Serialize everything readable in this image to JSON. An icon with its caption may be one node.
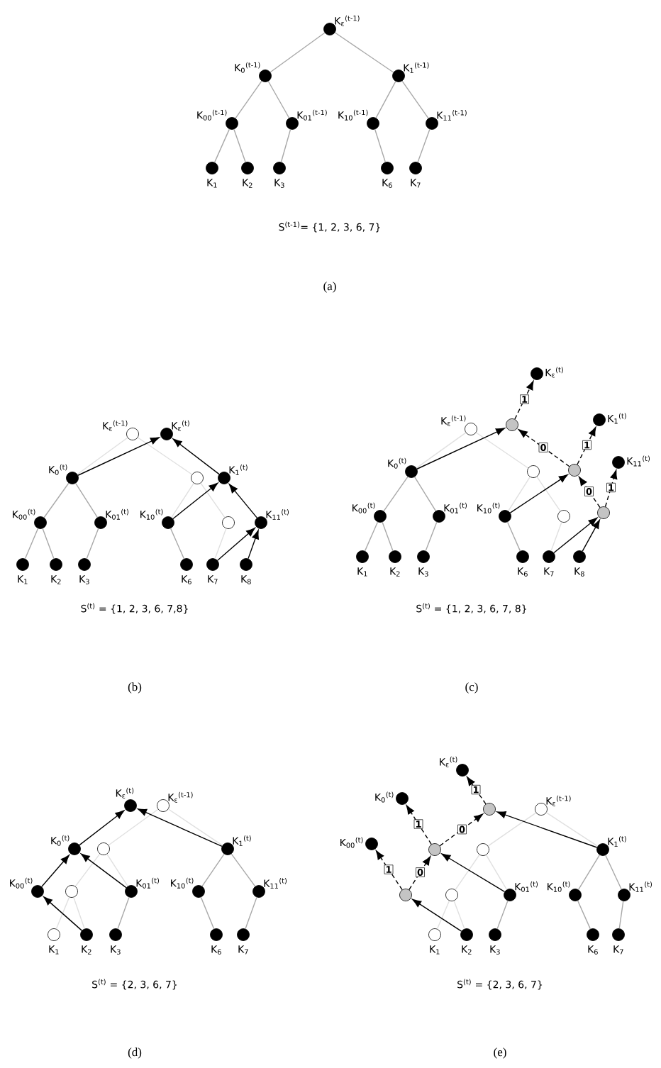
{
  "diagram": {
    "nodes": [
      {
        "text": [],
        "shape": "circle",
        "beside": [
          "K$_{ε}$$^{(t-1)}$"
        ]
      },
      {
        "text": [],
        "shape": "circle",
        "beside": [
          "K$_{0}$$^{(t-1)}$"
        ]
      },
      {
        "text": [],
        "shape": "circle",
        "beside": [
          "K$_{1}$$^{(t-1)}$"
        ]
      },
      {
        "text": [],
        "shape": "circle",
        "beside": [
          "K$_{00}$$^{(t-1)}$"
        ]
      },
      {
        "text": [],
        "shape": "circle",
        "beside": [
          "K$_{01}$$^{(t-1)}$"
        ]
      },
      {
        "text": [],
        "shape": "circle",
        "beside": [
          "K$_{10}$$^{(t-1)}$"
        ]
      },
      {
        "text": [],
        "shape": "circle",
        "beside": [
          "K$_{11}$$^{(t-1)}$"
        ]
      },
      {
        "text": [],
        "shape": "circle",
        "beside": [
          "K$_{1}$"
        ]
      },
      {
        "text": [],
        "shape": "circle",
        "beside": [
          "K$_{2}$"
        ]
      },
      {
        "text": [],
        "shape": "circle",
        "beside": [
          "K$_{3}$"
        ]
      },
      {
        "text": [],
        "shape": "circle",
        "beside": [
          "K$_{6}$"
        ]
      },
      {
        "text": [],
        "shape": "circle",
        "beside": [
          "K$_{7}$"
        ]
      },
      {
        "text": [],
        "shape": "circle",
        "beside": [
          "K$_{ε}$$^{(t-1)}$"
        ]
      },
      {
        "text": [],
        "shape": "circle",
        "beside": [
          "K$_{ε}$$^{(t)}$"
        ]
      },
      {
        "text": [],
        "shape": "circle",
        "beside": [
          "K$_{0}$$^{(t)}$"
        ]
      },
      {
        "text": [],
        "shape": "circle"
      },
      {
        "text": [],
        "shape": "circle",
        "beside": [
          "K$_{1}$$^{(t)}$"
        ]
      },
      {
        "text": [],
        "shape": "circle",
        "beside": [
          "K$_{00}$$^{(t)}$"
        ]
      },
      {
        "text": [],
        "shape": "circle",
        "beside": [
          "K$_{01}$$^{(t)}$"
        ]
      },
      {
        "text": [],
        "shape": "circle",
        "beside": [
          "K$_{10}$$^{(t)}$"
        ]
      },
      {
        "text": [],
        "shape": "circle"
      },
      {
        "text": [],
        "shape": "circle",
        "beside": [
          "K$_{11}$$^{(t)}$"
        ]
      },
      {
        "text": [],
        "shape": "circle",
        "beside": [
          "K$_{1}$"
        ]
      },
      {
        "text": [],
        "shape": "circle",
        "beside": [
          "K$_{2}$"
        ]
      },
      {
        "text": [],
        "shape": "circle",
        "beside": [
          "K$_{3}$"
        ]
      },
      {
        "text": [],
        "shape": "circle",
        "beside": [
          "K$_{6}$"
        ]
      },
      {
        "text": [],
        "shape": "circle",
        "beside": [
          "K$_{7}$"
        ]
      },
      {
        "text": [],
        "shape": "circle",
        "beside": [
          "K$_{8}$"
        ]
      },
      {
        "text": [],
        "shape": "circle",
        "beside": [
          "K$_{ε}$$^{(t)}$"
        ]
      },
      {
        "text": [],
        "shape": "circle",
        "beside": [
          "K$_{ε}$$^{(t-1)}$"
        ]
      },
      {
        "text": [],
        "shape": "circle"
      },
      {
        "text": [],
        "shape": "circle",
        "beside": [
          "K$_{1}$$^{(t)}$"
        ]
      },
      {
        "text": [],
        "shape": "circle",
        "beside": [
          "K$_{0}$$^{(t)}$"
        ]
      },
      {
        "text": [],
        "shape": "circle"
      },
      {
        "text": [],
        "shape": "circle"
      },
      {
        "text": [],
        "shape": "circle",
        "beside": [
          "K$_{11}$$^{(t)}$"
        ]
      },
      {
        "text": [],
        "shape": "circle",
        "beside": [
          "K$_{00}$$^{(t)}$"
        ]
      },
      {
        "text": [],
        "shape": "circle",
        "beside": [
          "K$_{01}$$^{(t)}$"
        ]
      },
      {
        "text": [],
        "shape": "circle",
        "beside": [
          "K$_{10}$$^{(t)}$"
        ]
      },
      {
        "text": [],
        "shape": "circle"
      },
      {
        "text": [],
        "shape": "circle"
      },
      {
        "text": [],
        "shape": "circle",
        "beside": [
          "K$_{1}$"
        ]
      },
      {
        "text": [],
        "shape": "circle",
        "beside": [
          "K$_{2}$"
        ]
      },
      {
        "text": [],
        "shape": "circle",
        "beside": [
          "K$_{3}$"
        ]
      },
      {
        "text": [],
        "shape": "circle",
        "beside": [
          "K$_{6}$"
        ]
      },
      {
        "text": [],
        "shape": "circle",
        "beside": [
          "K$_{7}$"
        ]
      },
      {
        "text": [],
        "shape": "circle",
        "beside": [
          "K$_{8}$"
        ]
      },
      {
        "text": [],
        "shape": "circle",
        "beside": [
          "K$_{ε}$$^{(t)}$"
        ]
      },
      {
        "text": [],
        "shape": "circle",
        "beside": [
          "K$_{ε}$$^{(t-1)}$"
        ]
      },
      {
        "text": [],
        "shape": "circle",
        "beside": [
          "K$_{0}$$^{(t)}$"
        ]
      },
      {
        "text": [],
        "shape": "circle"
      },
      {
        "text": [],
        "shape": "circle",
        "beside": [
          "K$_{1}$$^{(t)}$"
        ]
      },
      {
        "text": [],
        "shape": "circle",
        "beside": [
          "K$_{00}$$^{(t)}$"
        ]
      },
      {
        "text": [],
        "shape": "circle"
      },
      {
        "text": [],
        "shape": "circle",
        "beside": [
          "K$_{01}$$^{(t)}$"
        ]
      },
      {
        "text": [],
        "shape": "circle",
        "beside": [
          "K$_{10}$$^{(t)}$"
        ]
      },
      {
        "text": [],
        "shape": "circle",
        "beside": [
          "K$_{11}$$^{(t)}$"
        ]
      },
      {
        "text": [],
        "shape": "circle",
        "beside": [
          "K$_{1}$"
        ]
      },
      {
        "text": [],
        "shape": "circle",
        "beside": [
          "K$_{2}$"
        ]
      },
      {
        "text": [],
        "shape": "circle",
        "beside": [
          "K$_{3}$"
        ]
      },
      {
        "text": [],
        "shape": "circle",
        "beside": [
          "K$_{6}$"
        ]
      },
      {
        "text": [],
        "shape": "circle",
        "beside": [
          "K$_{7}$"
        ]
      },
      {
        "text": [],
        "shape": "circle",
        "beside": [
          "K$_{ε}$$^{(t)}$"
        ]
      },
      {
        "text": [],
        "shape": "circle",
        "beside": [
          "K$_{0}$$^{(t)}$"
        ]
      },
      {
        "text": [],
        "shape": "circle"
      },
      {
        "text": [],
        "shape": "circle",
        "beside": [
          "K$_{ε}$$^{(t-1)}$"
        ]
      },
      {
        "text": [],
        "shape": "circle",
        "beside": [
          "K$_{00}$$^{(t)}$"
        ]
      },
      {
        "text": [],
        "shape": "circle"
      },
      {
        "text": [],
        "shape": "circle"
      },
      {
        "text": [],
        "shape": "circle",
        "beside": [
          "K$_{1}$$^{(t)}$"
        ]
      },
      {
        "text": [],
        "shape": "circle"
      },
      {
        "text": [],
        "shape": "circle"
      },
      {
        "text": [],
        "shape": "circle",
        "beside": [
          "K$_{01}$$^{(t)}$"
        ]
      },
      {
        "text": [],
        "shape": "circle",
        "beside": [
          "K$_{10}$$^{(t)}$"
        ]
      },
      {
        "text": [],
        "shape": "circle",
        "beside": [
          "K$_{11}$$^{(t)}$"
        ]
      },
      {
        "text": [],
        "shape": "circle",
        "beside": [
          "K$_{1}$"
        ]
      },
      {
        "text": [],
        "shape": "circle",
        "beside": [
          "K$_{2}$"
        ]
      },
      {
        "text": [],
        "shape": "circle",
        "beside": [
          "K$_{3}$"
        ]
      },
      {
        "text": [],
        "shape": "circle",
        "beside": [
          "K$_{6}$"
        ]
      },
      {
        "text": [],
        "shape": "circle",
        "beside": [
          "K$_{7}$"
        ]
      }
    ],
    "edges": [
      {
        "from": 0,
        "to": 1,
        "arrow": "none"
      },
      {
        "from": 0,
        "to": 2,
        "arrow": "none"
      },
      {
        "from": 1,
        "to": 3,
        "arrow": "none"
      },
      {
        "from": 1,
        "to": 4,
        "arrow": "none"
      },
      {
        "from": 2,
        "to": 5,
        "arrow": "none"
      },
      {
        "from": 2,
        "to": 6,
        "arrow": "none"
      },
      {
        "from": 3,
        "to": 7,
        "arrow": "none"
      },
      {
        "from": 3,
        "to": 8,
        "arrow": "none"
      },
      {
        "from": 4,
        "to": 9,
        "arrow": "none"
      },
      {
        "from": 5,
        "to": 10,
        "arrow": "none"
      },
      {
        "from": 6,
        "to": 11,
        "arrow": "none"
      },
      {
        "from": 12,
        "to": 14,
        "arrow": "none",
        "color": "#e0e0e0"
      },
      {
        "from": 12,
        "to": 15,
        "arrow": "none",
        "color": "#e0e0e0"
      },
      {
        "from": 15,
        "to": 19,
        "arrow": "none",
        "color": "#e0e0e0"
      },
      {
        "from": 15,
        "to": 20,
        "arrow": "none",
        "color": "#e0e0e0"
      },
      {
        "from": 20,
        "to": 26,
        "arrow": "none",
        "color": "#e0e0e0"
      },
      {
        "from": 14,
        "to": 17,
        "arrow": "none"
      },
      {
        "from": 14,
        "to": 18,
        "arrow": "none"
      },
      {
        "from": 17,
        "to": 22,
        "arrow": "none"
      },
      {
        "from": 17,
        "to": 23,
        "arrow": "none"
      },
      {
        "from": 18,
        "to": 24,
        "arrow": "none"
      },
      {
        "from": 19,
        "to": 25,
        "arrow": "none"
      },
      {
        "from": 14,
        "to": 13,
        "arrow": "to",
        "color": "#000000"
      },
      {
        "from": 16,
        "to": 13,
        "arrow": "to",
        "color": "#000000"
      },
      {
        "from": 19,
        "to": 16,
        "arrow": "to",
        "color": "#000000"
      },
      {
        "from": 21,
        "to": 16,
        "arrow": "to",
        "color": "#000000"
      },
      {
        "from": 26,
        "to": 21,
        "arrow": "to",
        "color": "#000000"
      },
      {
        "from": 27,
        "to": 21,
        "arrow": "to",
        "color": "#000000"
      },
      {
        "from": 29,
        "to": 32,
        "arrow": "none",
        "color": "#e0e0e0"
      },
      {
        "from": 29,
        "to": 33,
        "arrow": "none",
        "color": "#e0e0e0"
      },
      {
        "from": 33,
        "to": 38,
        "arrow": "none",
        "color": "#e0e0e0"
      },
      {
        "from": 33,
        "to": 39,
        "arrow": "none",
        "color": "#e0e0e0"
      },
      {
        "from": 39,
        "to": 45,
        "arrow": "none",
        "color": "#e0e0e0"
      },
      {
        "from": 32,
        "to": 36,
        "arrow": "none"
      },
      {
        "from": 32,
        "to": 37,
        "arrow": "none"
      },
      {
        "from": 36,
        "to": 41,
        "arrow": "none"
      },
      {
        "from": 36,
        "to": 42,
        "arrow": "none"
      },
      {
        "from": 37,
        "to": 43,
        "arrow": "none"
      },
      {
        "from": 38,
        "to": 44,
        "arrow": "none"
      },
      {
        "from": 32,
        "to": 30,
        "arrow": "to",
        "color": "#000000"
      },
      {
        "from": 38,
        "to": 34,
        "arrow": "to",
        "color": "#000000"
      },
      {
        "from": 45,
        "to": 40,
        "arrow": "to",
        "color": "#000000"
      },
      {
        "from": 46,
        "to": 40,
        "arrow": "to",
        "color": "#000000"
      },
      {
        "from": 34,
        "to": 30,
        "arrow": "to",
        "label": "0",
        "style": "dashed",
        "color": "#000000"
      },
      {
        "from": 30,
        "to": 28,
        "arrow": "to",
        "label": "1",
        "style": "dashed",
        "color": "#000000"
      },
      {
        "from": 34,
        "to": 31,
        "arrow": "to",
        "label": "1",
        "style": "dashed",
        "color": "#000000"
      },
      {
        "from": 40,
        "to": 34,
        "arrow": "to",
        "label": "0",
        "style": "dashed",
        "color": "#000000"
      },
      {
        "from": 40,
        "to": 35,
        "arrow": "to",
        "label": "1",
        "style": "dashed",
        "color": "#000000"
      },
      {
        "from": 48,
        "to": 50,
        "arrow": "none",
        "color": "#e0e0e0"
      },
      {
        "from": 48,
        "to": 51,
        "arrow": "none",
        "color": "#e0e0e0"
      },
      {
        "from": 50,
        "to": 53,
        "arrow": "none",
        "color": "#e0e0e0"
      },
      {
        "from": 50,
        "to": 54,
        "arrow": "none",
        "color": "#e0e0e0"
      },
      {
        "from": 53,
        "to": 57,
        "arrow": "none",
        "color": "#e0e0e0"
      },
      {
        "from": 53,
        "to": 58,
        "arrow": "none",
        "color": "#e0e0e0"
      },
      {
        "from": 54,
        "to": 59,
        "arrow": "none"
      },
      {
        "from": 51,
        "to": 55,
        "arrow": "none"
      },
      {
        "from": 51,
        "to": 56,
        "arrow": "none"
      },
      {
        "from": 55,
        "to": 60,
        "arrow": "none"
      },
      {
        "from": 56,
        "to": 61,
        "arrow": "none"
      },
      {
        "from": 58,
        "to": 52,
        "arrow": "to",
        "color": "#000000"
      },
      {
        "from": 52,
        "to": 49,
        "arrow": "to",
        "color": "#000000"
      },
      {
        "from": 54,
        "to": 49,
        "arrow": "to",
        "color": "#000000"
      },
      {
        "from": 49,
        "to": 47,
        "arrow": "to",
        "color": "#000000"
      },
      {
        "from": 51,
        "to": 47,
        "arrow": "to",
        "color": "#000000"
      },
      {
        "from": 65,
        "to": 68,
        "arrow": "none",
        "color": "#e0e0e0"
      },
      {
        "from": 65,
        "to": 69,
        "arrow": "none",
        "color": "#e0e0e0"
      },
      {
        "from": 68,
        "to": 71,
        "arrow": "none",
        "color": "#e0e0e0"
      },
      {
        "from": 68,
        "to": 72,
        "arrow": "none",
        "color": "#e0e0e0"
      },
      {
        "from": 71,
        "to": 75,
        "arrow": "none",
        "color": "#e0e0e0"
      },
      {
        "from": 71,
        "to": 76,
        "arrow": "none",
        "color": "#e0e0e0"
      },
      {
        "from": 72,
        "to": 77,
        "arrow": "none"
      },
      {
        "from": 69,
        "to": 73,
        "arrow": "none"
      },
      {
        "from": 69,
        "to": 74,
        "arrow": "none"
      },
      {
        "from": 73,
        "to": 78,
        "arrow": "none"
      },
      {
        "from": 74,
        "to": 79,
        "arrow": "none"
      },
      {
        "from": 76,
        "to": 70,
        "arrow": "to",
        "color": "#000000"
      },
      {
        "from": 72,
        "to": 67,
        "arrow": "to",
        "color": "#000000"
      },
      {
        "from": 69,
        "to": 64,
        "arrow": "to",
        "color": "#000000"
      },
      {
        "from": 70,
        "to": 67,
        "arrow": "to",
        "label": "0",
        "style": "dashed",
        "color": "#000000"
      },
      {
        "from": 70,
        "to": 66,
        "arrow": "to",
        "label": "1",
        "style": "dashed",
        "color": "#000000"
      },
      {
        "from": 67,
        "to": 64,
        "arrow": "to",
        "label": "0",
        "style": "dashed",
        "color": "#000000"
      },
      {
        "from": 67,
        "to": 63,
        "arrow": "to",
        "label": "1",
        "style": "dashed",
        "color": "#000000"
      },
      {
        "from": 64,
        "to": 62,
        "arrow": "to",
        "label": "1",
        "style": "dashed",
        "color": "#000000"
      }
    ],
    "labels": [
      "S$^{(t-1)}$= {1, 2, 3, 6, 7}",
      "(a)",
      "S$^{(t)}$ = {1, 2, 3, 6, 7,8}",
      "S$^{(t)}$ = {1, 2, 3, 6, 7, 8}",
      "(b)",
      "(c)",
      "S$^{(t)}$ = {2, 3, 6, 7}",
      "S$^{(t)}$ = {2, 3, 6, 7}",
      "(d)",
      "(e)"
    ]
  }
}
